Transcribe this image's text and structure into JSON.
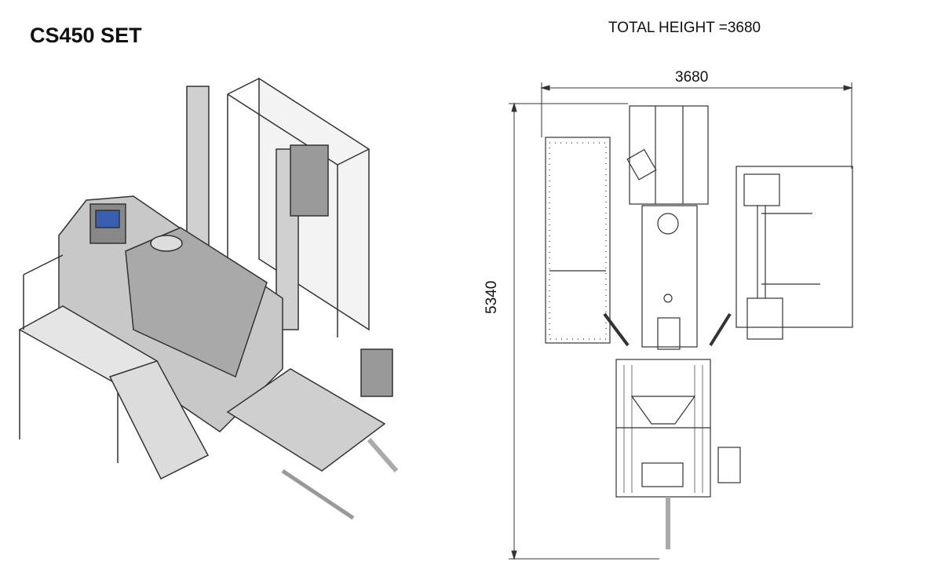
{
  "title": "CS450 SET",
  "total_height_label": "TOTAL HEIGHT =3680",
  "dimensions": {
    "width": "3680",
    "length": "5340"
  },
  "colors": {
    "line": "#333333",
    "fill_light": "#d9d9d9",
    "fill_dark": "#8a8a8a"
  }
}
